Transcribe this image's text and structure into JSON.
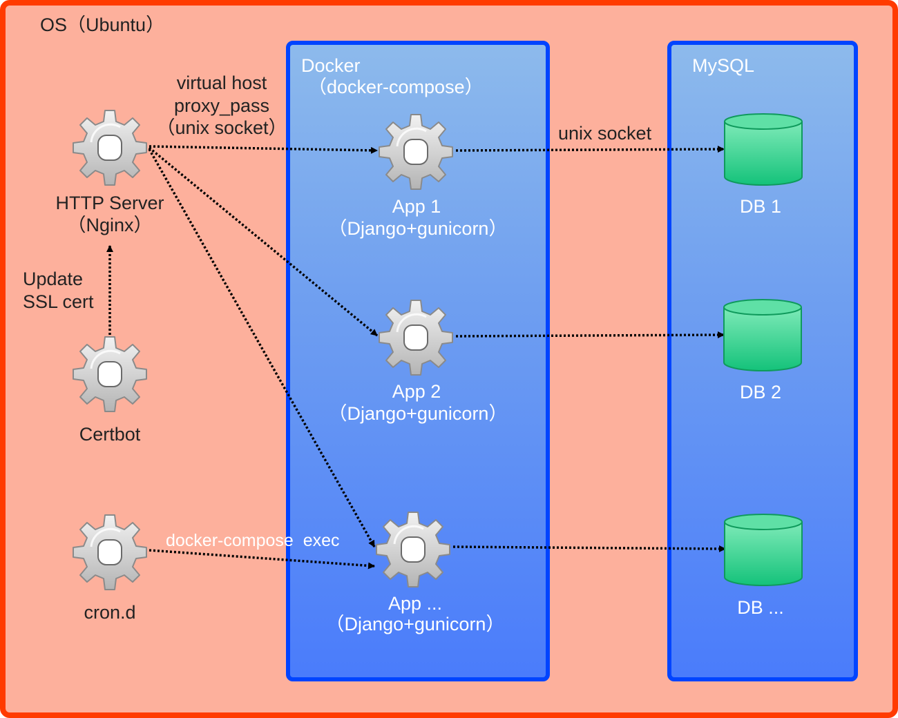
{
  "os": {
    "title": "OS（Ubuntu）"
  },
  "os_components": [
    {
      "id": "http",
      "label_line1": "HTTP Server",
      "label_line2": "（Nginx）"
    },
    {
      "id": "certbot",
      "label_line1": "Certbot"
    },
    {
      "id": "cron",
      "label_line1": "cron.d"
    }
  ],
  "docker": {
    "title_line1": "Docker",
    "title_line2": "（docker-compose）",
    "apps": [
      {
        "label_line1": "App 1",
        "label_line2": "（Django+gunicorn）"
      },
      {
        "label_line1": "App 2",
        "label_line2": "（Django+gunicorn）"
      },
      {
        "label_line1": "App ...",
        "label_line2": "（Django+gunicorn）"
      }
    ]
  },
  "mysql": {
    "title": "MySQL",
    "dbs": [
      {
        "label": "DB 1"
      },
      {
        "label": "DB 2"
      },
      {
        "label": "DB ..."
      }
    ]
  },
  "edges": {
    "proxy_label_line1": "virtual host",
    "proxy_label_line2": "proxy_pass",
    "proxy_label_line3": "（unix socket）",
    "socket_label": "unix socket",
    "ssl_label_line1": "Update",
    "ssl_label_line2": "SSL cert",
    "exec_label": "docker-compose  exec"
  },
  "colors": {
    "os_border": "#ff3b00",
    "os_fill": "#fdb09c",
    "container_border": "#0044ff",
    "db_fill": "#2ecc8a",
    "gear_fill": "#d0d0d0"
  }
}
